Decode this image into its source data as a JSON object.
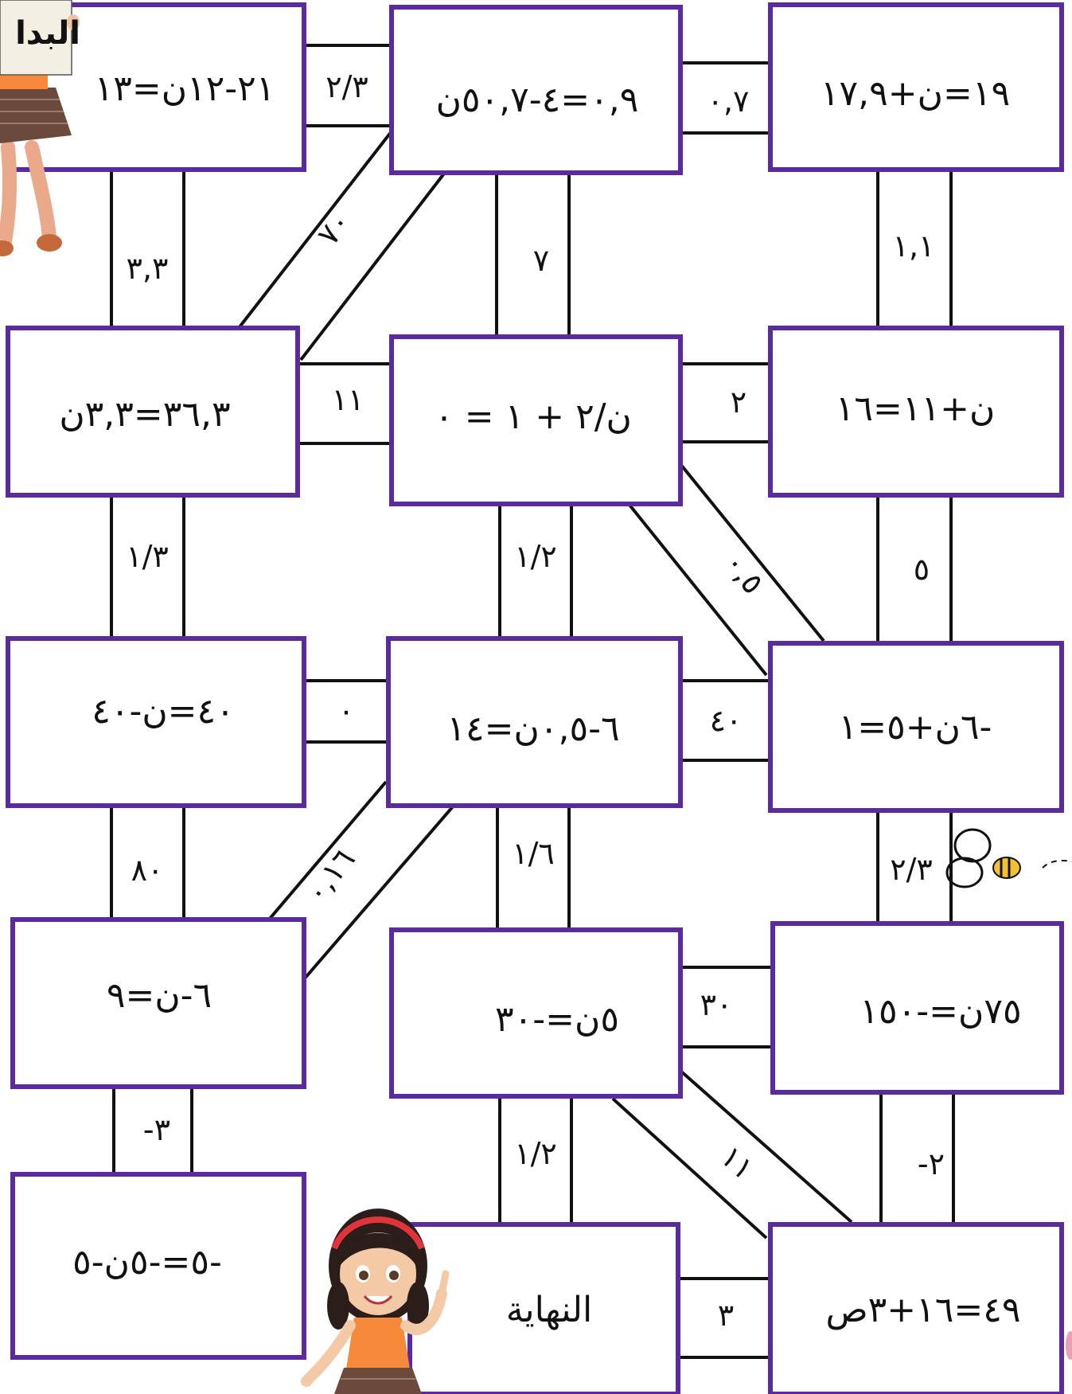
{
  "colors": {
    "box_border": "#5b2a9e",
    "line": "#111111",
    "girl_shirt": "#f7893a",
    "girl_skirt": "#6b4a3c",
    "girl_hair": "#2a1d1a",
    "girl_headband": "#e0343a",
    "bee": "#f2c230"
  },
  "labels": {
    "start": "البدا",
    "end": "النهاية"
  },
  "boxes": [
    {
      "id": "b00",
      "text": "٢١-١٢ن=١٣"
    },
    {
      "id": "b01",
      "text": "٠,٩=٤-٥٠,٧ن"
    },
    {
      "id": "b02",
      "text": "١٩=ن+١٧,٩"
    },
    {
      "id": "b10",
      "text": "٣٦,٣=٣,٣ن"
    },
    {
      "id": "b11",
      "text": "ن/٢ + ١ = ٠"
    },
    {
      "id": "b12",
      "text": "ن+١١=١٦"
    },
    {
      "id": "b20",
      "text": "٤٠=ن-٤٠"
    },
    {
      "id": "b21",
      "text": "٦-٠,٥ن=١٤"
    },
    {
      "id": "b22",
      "text": "-٦ن+٥=١"
    },
    {
      "id": "b30",
      "text": "٦-ن=٩"
    },
    {
      "id": "b31",
      "text": "٥ن=-٣٠"
    },
    {
      "id": "b32",
      "text": "٧٥ن=-١٥٠"
    },
    {
      "id": "b40",
      "text": "-٥=-٥ن-٥"
    },
    {
      "id": "b42",
      "text": "٤٩=١٦+٣ص"
    }
  ],
  "bridge_labels": {
    "h_b00_b01": "٢/٣",
    "h_b01_b02": "٠,٧",
    "v_b00_b10": "٣,٣",
    "d_b01_b10": "٧٠",
    "v_b01_b11": "٧",
    "v_b02_b12": "١,١",
    "h_b10_b11": "١١",
    "h_b11_b12": "٢",
    "v_b10_b20": "١/٣",
    "v_b11_b21": "١/٢",
    "d_b11_b22": "٠,٥",
    "v_b12_b22": "٥",
    "h_b20_b21": "٠",
    "h_b21_b22": "٤٠",
    "v_b20_b30": "٨٠",
    "d_b21_b30": "٠,١٦",
    "v_b21_b31": "١/٦",
    "v_b22_b32": "٢/٣",
    "h_b31_b32": "٣٠",
    "v_b30_b40": "-٣",
    "v_b31_end": "١/٢",
    "d_b31_b42": "١١",
    "v_b32_b42": "-٢",
    "h_end_b42": "٣"
  }
}
